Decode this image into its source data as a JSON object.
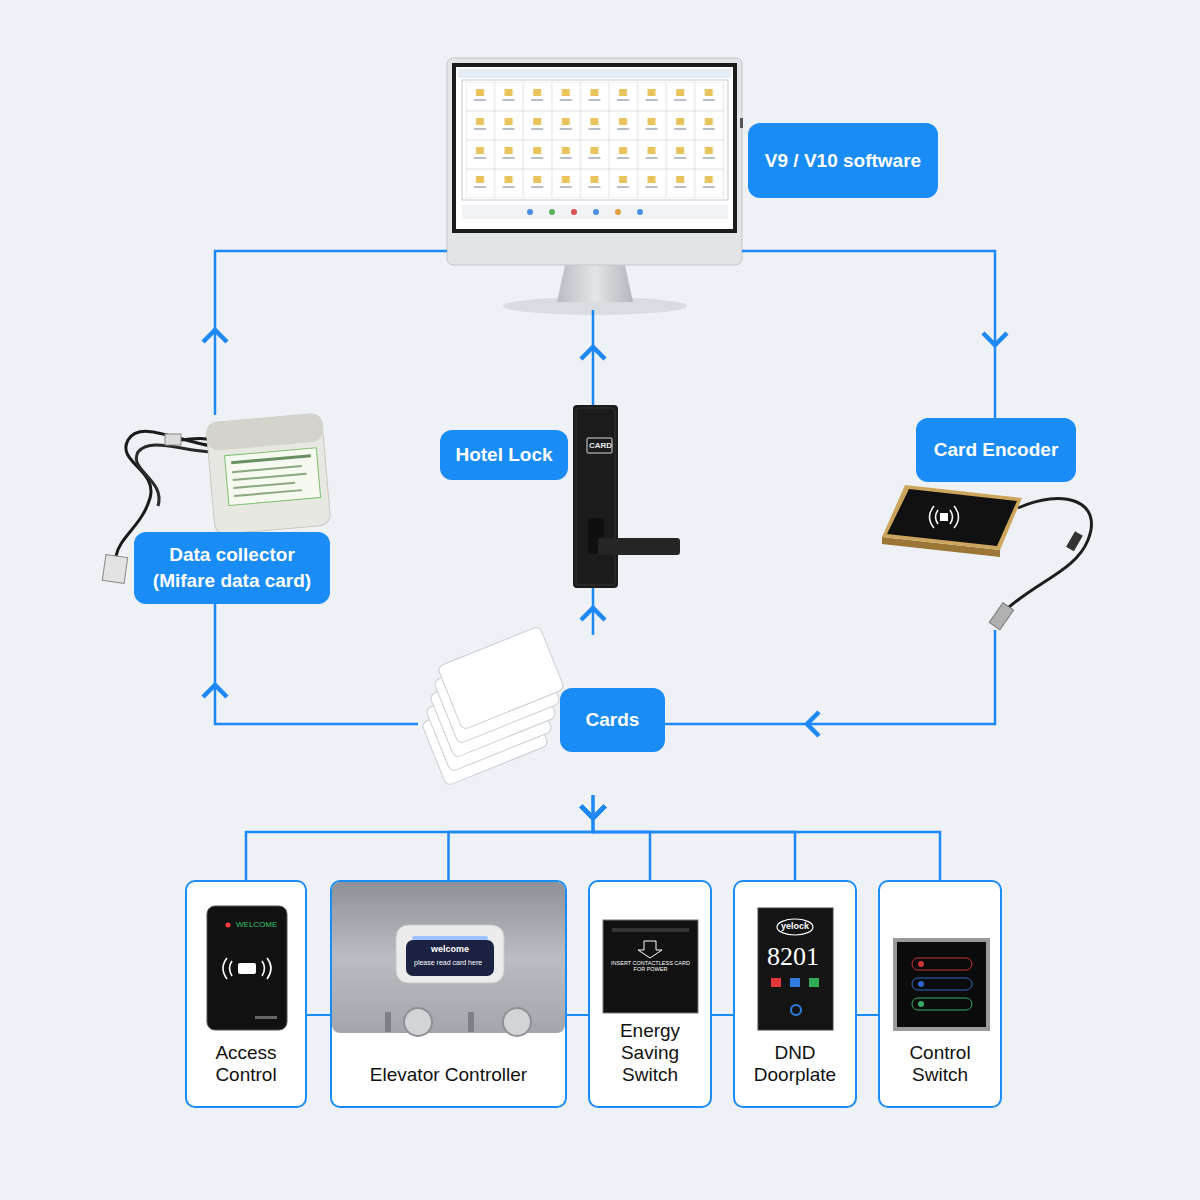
{
  "diagram": {
    "nodes": [
      {
        "text": [
          "V9 / V10 software"
        ]
      },
      {
        "text": [
          "Hotel Lock"
        ]
      },
      {
        "text": [
          "Card Encoder"
        ]
      },
      {
        "text": [
          "Data collector (Mifare data card)"
        ]
      },
      {
        "text": [
          "Cards"
        ]
      },
      {
        "text": [
          "Access Control"
        ]
      },
      {
        "text": [
          "Elevator Controller"
        ]
      },
      {
        "text": [
          "Energy Saving Switch"
        ]
      },
      {
        "text": [
          "DND Doorplate"
        ]
      },
      {
        "text": [
          "Control Switch"
        ]
      }
    ],
    "edges": [
      {
        "from": 3,
        "to": 0,
        "arrow": "to"
      },
      {
        "from": 4,
        "to": 3,
        "arrow": "to"
      },
      {
        "from": 1,
        "to": 0,
        "arrow": "to"
      },
      {
        "from": 4,
        "to": 1,
        "arrow": "to"
      },
      {
        "from": 0,
        "to": 2,
        "arrow": "to"
      },
      {
        "from": 2,
        "to": 4,
        "arrow": "to"
      },
      {
        "from": 4,
        "to": 5,
        "arrow": "to"
      },
      {
        "from": 4,
        "to": 6,
        "arrow": "to"
      },
      {
        "from": 4,
        "to": 7,
        "arrow": "to"
      },
      {
        "from": 4,
        "to": 8,
        "arrow": "to"
      },
      {
        "from": 4,
        "to": 9,
        "arrow": "to"
      }
    ],
    "labels": [
      "CARD",
      "WELCOME",
      "welcome",
      "please read card here",
      "INSERT CONTACTLESS CARD FOR POWER",
      "yelock",
      "8201"
    ]
  }
}
